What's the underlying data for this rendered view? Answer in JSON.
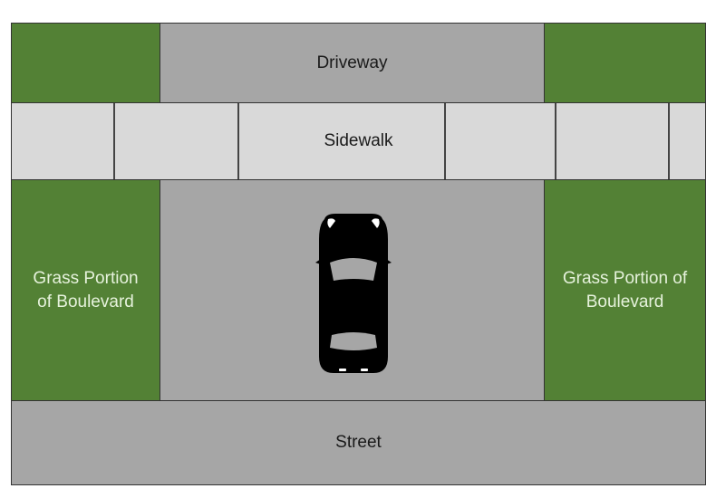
{
  "labels": {
    "driveway": "Driveway",
    "sidewalk": "Sidewalk",
    "grass_left": "Grass Portion of Boulevard",
    "grass_right": "Grass Portion of Boulevard",
    "street": "Street"
  },
  "colors": {
    "grass": "#538135",
    "pavement": "#a6a6a6",
    "sidewalk": "#d9d9d9",
    "car": "#000000"
  },
  "icons": {
    "car": "car-top-view-icon"
  }
}
